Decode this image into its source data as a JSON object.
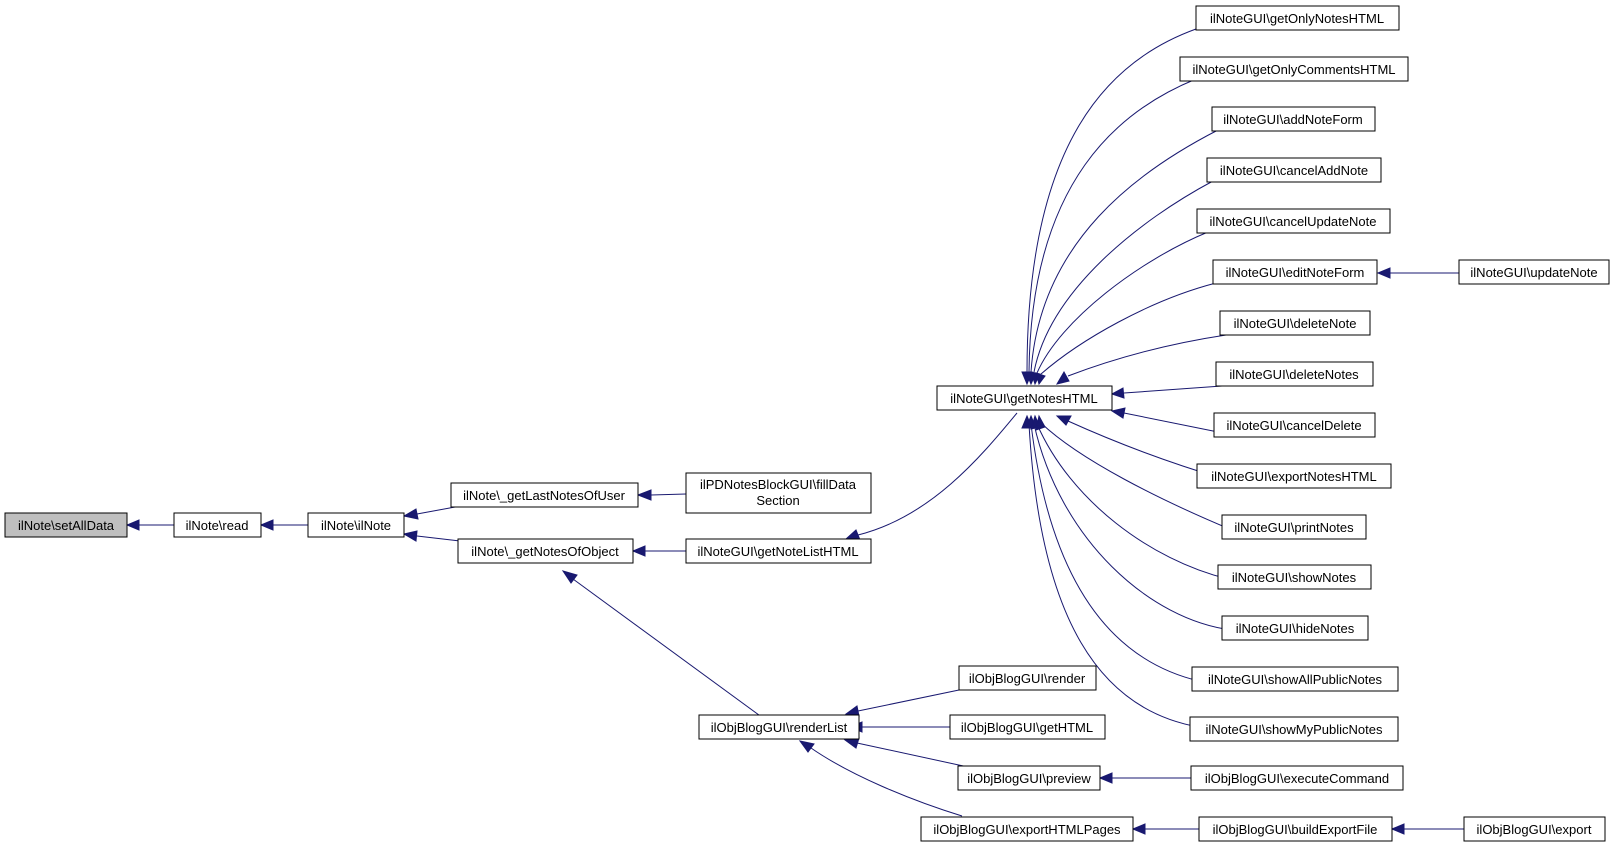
{
  "graph": {
    "nodes": {
      "setAllData": "ilNote\\setAllData",
      "read": "ilNote\\read",
      "ilNote": "ilNote\\ilNote",
      "getLastNotesOfUser": "ilNote\\_getLastNotesOfUser",
      "getNotesOfObject": "ilNote\\_getNotesOfObject",
      "fillDataSection_1": "ilPDNotesBlockGUI\\fillData",
      "fillDataSection_2": "Section",
      "getNoteListHTML": "ilNoteGUI\\getNoteListHTML",
      "getNotesHTML": "ilNoteGUI\\getNotesHTML",
      "renderList": "ilObjBlogGUI\\renderList",
      "getOnlyNotesHTML": "ilNoteGUI\\getOnlyNotesHTML",
      "getOnlyCommentsHTML": "ilNoteGUI\\getOnlyCommentsHTML",
      "addNoteForm": "ilNoteGUI\\addNoteForm",
      "cancelAddNote": "ilNoteGUI\\cancelAddNote",
      "cancelUpdateNote": "ilNoteGUI\\cancelUpdateNote",
      "editNoteForm": "ilNoteGUI\\editNoteForm",
      "deleteNote": "ilNoteGUI\\deleteNote",
      "deleteNotes": "ilNoteGUI\\deleteNotes",
      "cancelDelete": "ilNoteGUI\\cancelDelete",
      "exportNotesHTML": "ilNoteGUI\\exportNotesHTML",
      "printNotes": "ilNoteGUI\\printNotes",
      "showNotes": "ilNoteGUI\\showNotes",
      "hideNotes": "ilNoteGUI\\hideNotes",
      "showAllPublicNotes": "ilNoteGUI\\showAllPublicNotes",
      "showMyPublicNotes": "ilNoteGUI\\showMyPublicNotes",
      "updateNote": "ilNoteGUI\\updateNote",
      "render": "ilObjBlogGUI\\render",
      "getHTML": "ilObjBlogGUI\\getHTML",
      "preview": "ilObjBlogGUI\\preview",
      "exportHTMLPages": "ilObjBlogGUI\\exportHTMLPages",
      "executeCommand": "ilObjBlogGUI\\executeCommand",
      "buildExportFile": "ilObjBlogGUI\\buildExportFile",
      "export": "ilObjBlogGUI\\export"
    },
    "colors": {
      "edge": "#191970",
      "root_fill": "#bfbfbf",
      "node_fill": "#ffffff",
      "node_border": "#000000"
    }
  }
}
